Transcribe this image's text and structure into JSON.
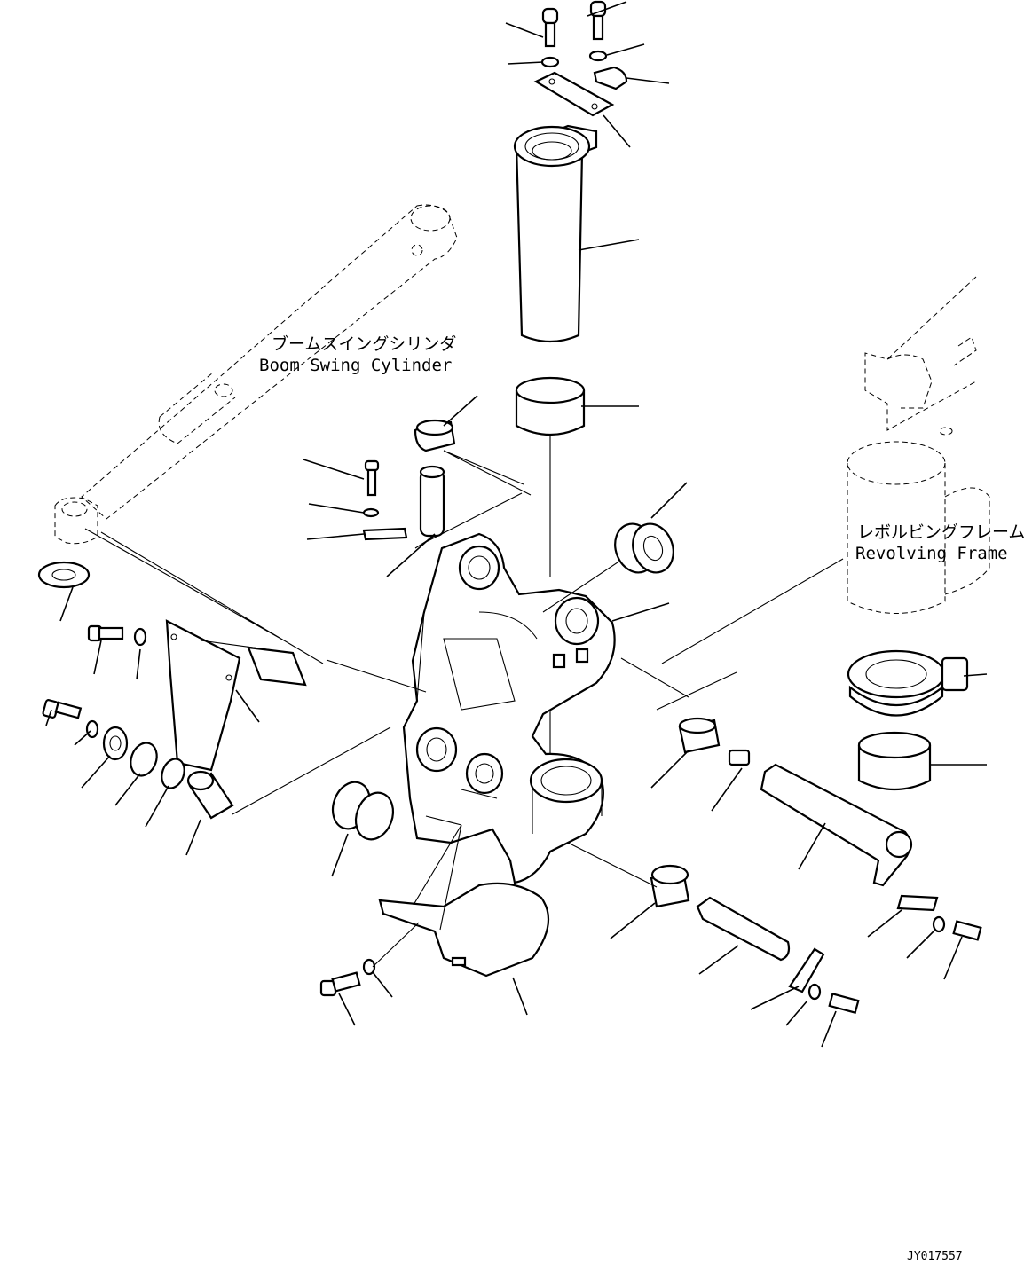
{
  "labels": {
    "boom_swing_cylinder_jp": "ブームスイングシリンダ",
    "boom_swing_cylinder_en": "Boom Swing Cylinder",
    "revolving_frame_jp": "レボルビングフレーム",
    "revolving_frame_en": "Revolving Frame"
  },
  "drawing_code": "JY017557"
}
